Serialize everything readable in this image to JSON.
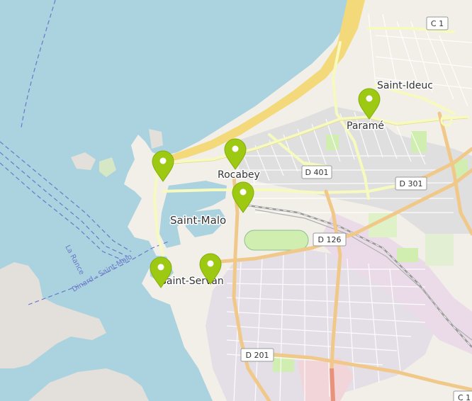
{
  "map": {
    "places": {
      "saint_ideuc": "Saint-Ideuc",
      "parame": "Paramé",
      "rocabey": "Rocabey",
      "saint_malo": "Saint-Malo",
      "saint_servan": "Saint-Servan"
    },
    "roads": {
      "c1_top": "C 1",
      "d401": "D 401",
      "d301": "D 301",
      "d126": "D 126",
      "d201": "D 201",
      "c1_bottom": "C 1"
    },
    "ferry": {
      "la_rance": "La Rance",
      "dinard_saint_malo": "Dinard - Saint-Malo"
    },
    "markers": [
      {
        "id": "parame"
      },
      {
        "id": "rocabey"
      },
      {
        "id": "intra-muros"
      },
      {
        "id": "gare"
      },
      {
        "id": "saint-servan-west"
      },
      {
        "id": "saint-servan-east"
      }
    ],
    "colors": {
      "sea": "#aad3df",
      "land": "#f2efe9",
      "beach": "#f3d97a",
      "residential": "#e0dfdf",
      "green": "#cfeeaf",
      "road_major": "#f0c98a",
      "road_secondary": "#f7fabf",
      "marker": "#9dc913",
      "ferry_route": "#6b78c9",
      "rail": "#9a9a9a"
    }
  }
}
